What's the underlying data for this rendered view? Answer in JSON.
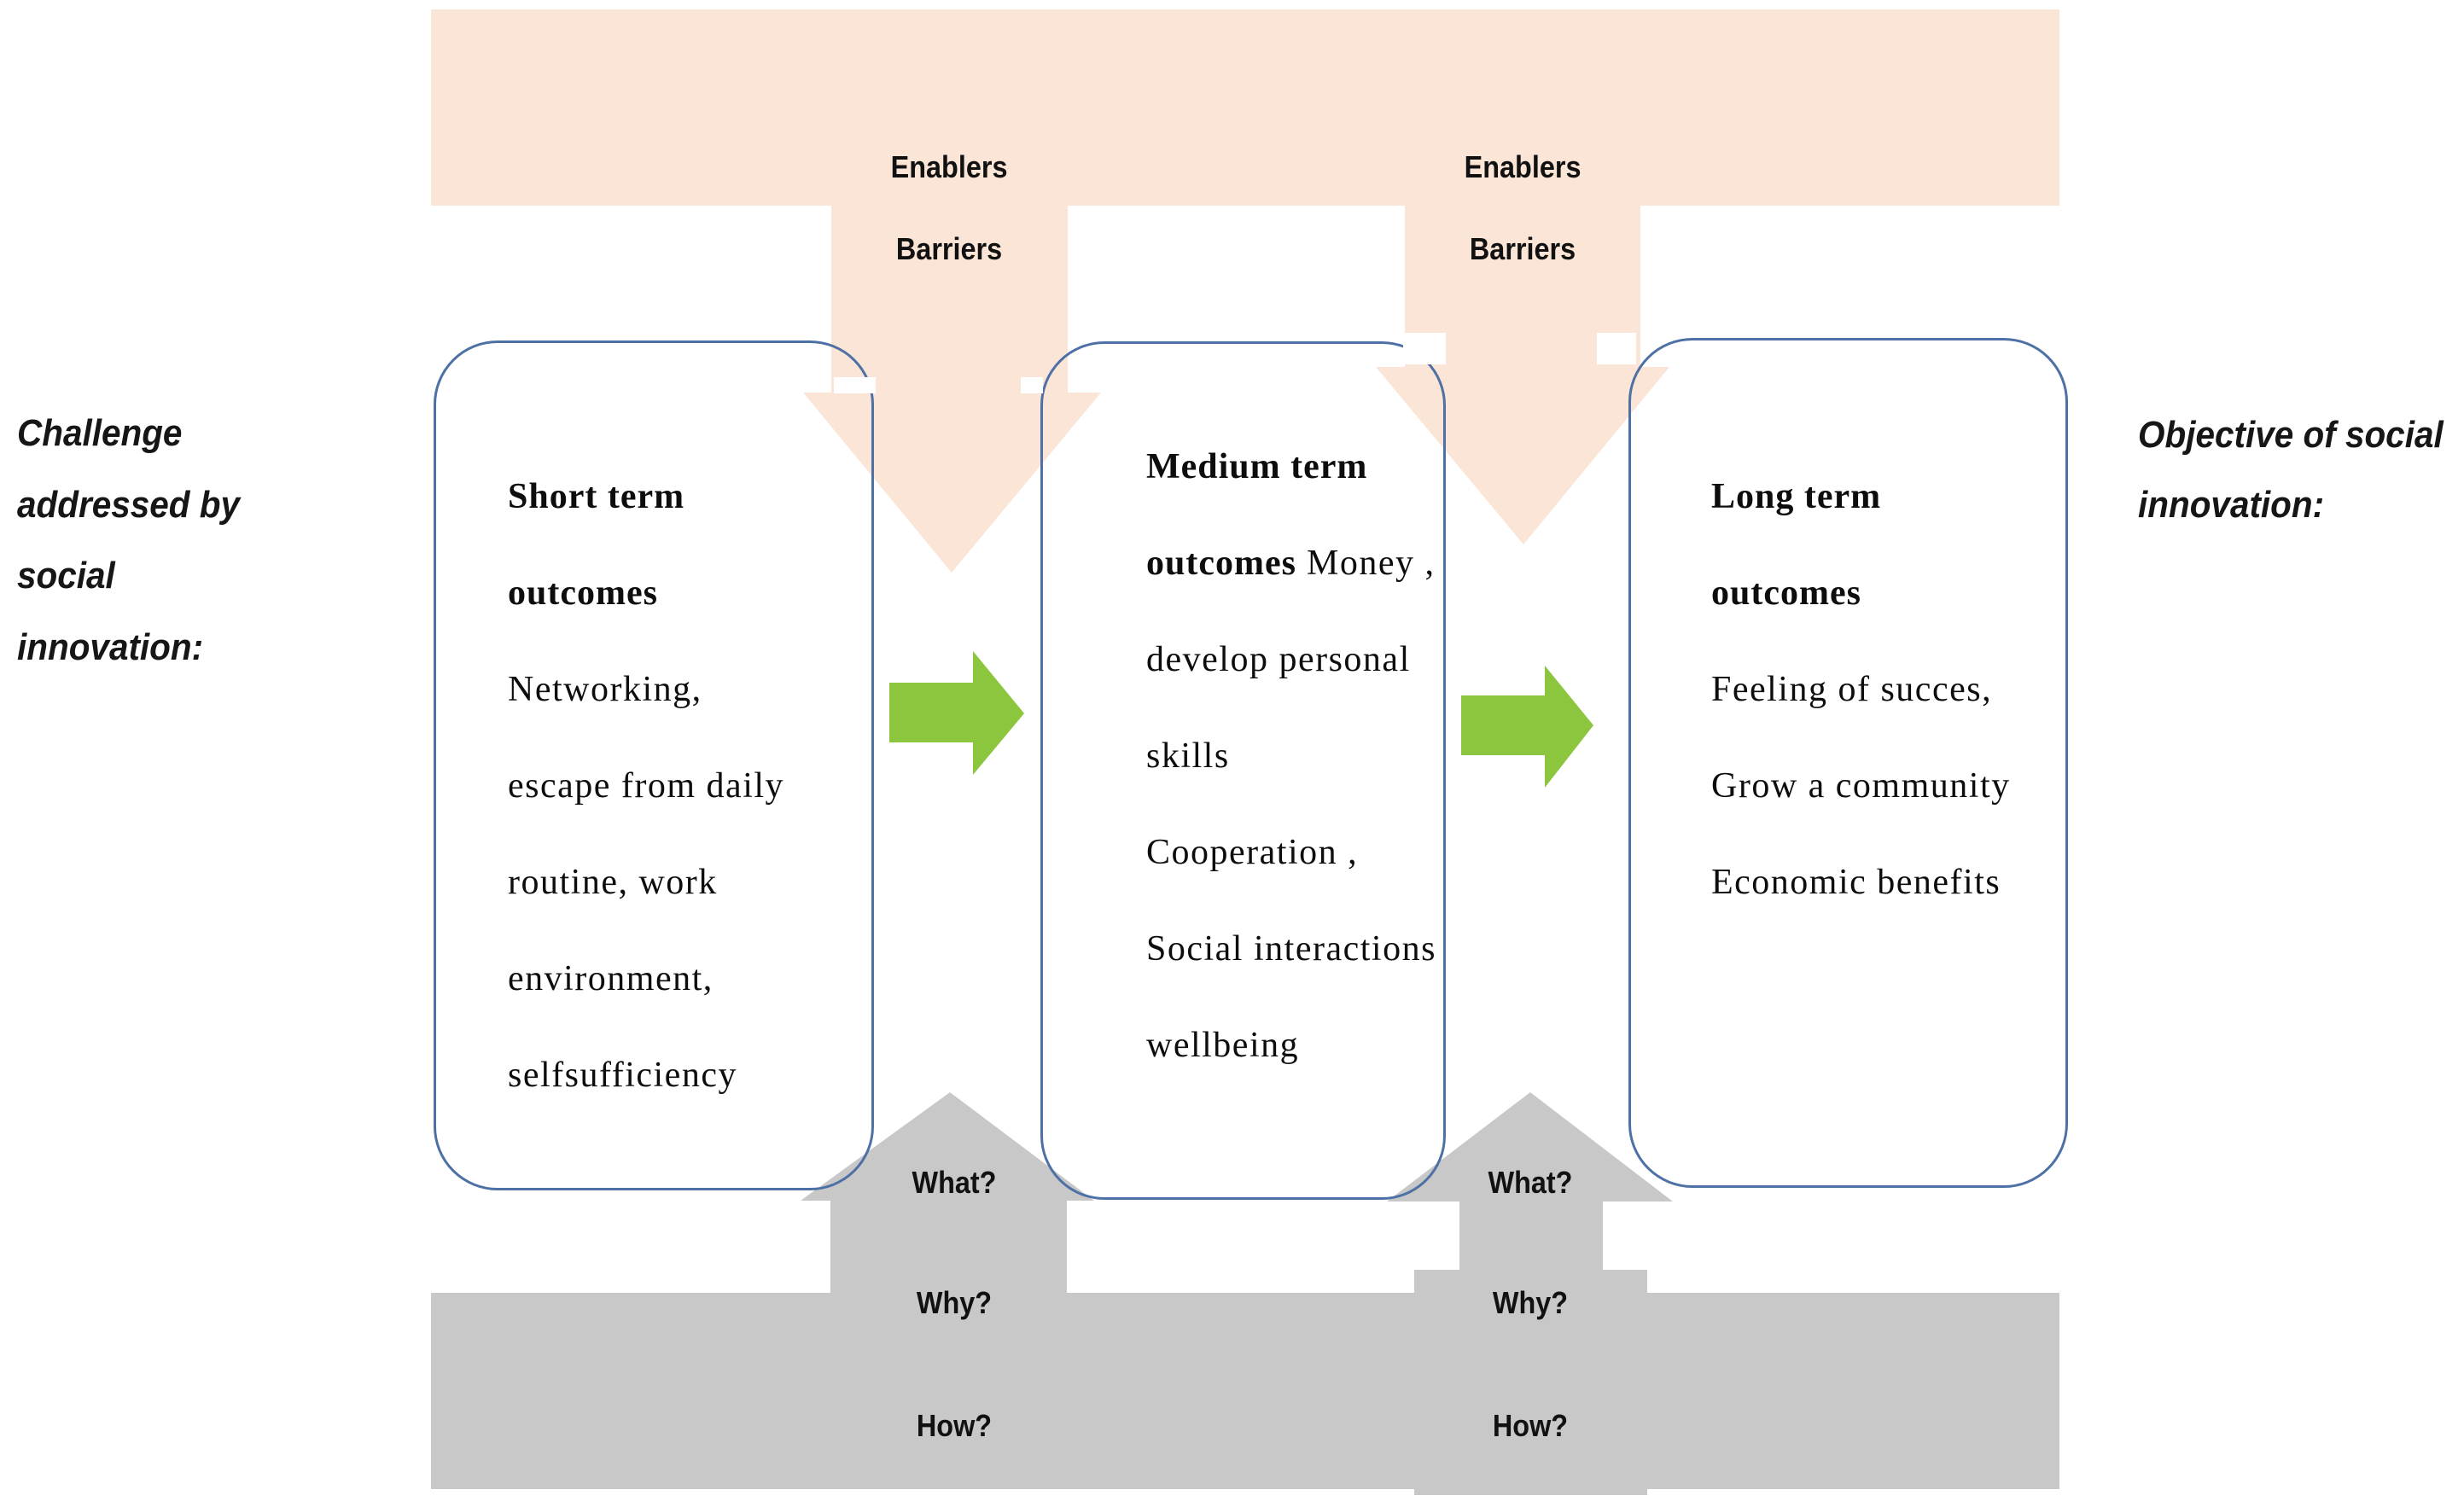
{
  "side_labels": {
    "left": {
      "lines": [
        "Challenge",
        "addressed by",
        "social",
        "innovation:"
      ]
    },
    "right": {
      "lines": [
        "Objective of social",
        "innovation:"
      ]
    }
  },
  "enabler_arrows": [
    {
      "line1": "Enablers",
      "line2": "Barriers"
    },
    {
      "line1": "Enablers",
      "line2": "Barriers"
    }
  ],
  "question_arrows": [
    {
      "what": "What?",
      "why": "Why?",
      "how": "How?"
    },
    {
      "what": "What?",
      "why": "Why?",
      "how": "How?"
    }
  ],
  "boxes": [
    {
      "name": "short-term-outcomes",
      "lines": [
        {
          "b": "Short term"
        },
        {
          "b": "outcomes"
        },
        {
          "r": "Networking,"
        },
        {
          "r": "escape from daily"
        },
        {
          "r": "routine, work"
        },
        {
          "r": "environment,"
        },
        {
          "r": "selfsufficiency"
        }
      ]
    },
    {
      "name": "medium-term-outcomes",
      "lines": [
        {
          "b": "Medium term"
        },
        {
          "b": "outcomes",
          "r": " Money ,"
        },
        {
          "r": "develop personal"
        },
        {
          "r": "skills"
        },
        {
          "r": "Cooperation ,"
        },
        {
          "r": "Social interactions"
        },
        {
          "r": "wellbeing"
        }
      ]
    },
    {
      "name": "long-term-outcomes",
      "lines": [
        {
          "b": "Long term"
        },
        {
          "b": "outcomes"
        },
        {
          "r": "Feeling of succes,"
        },
        {
          "r": "Grow a community"
        },
        {
          "r": "Economic benefits"
        }
      ]
    }
  ],
  "colors": {
    "peach": "#fbe5d6",
    "blue_border": "#4e71a5",
    "gray": "#c8c8c8",
    "green": "#8cc63f"
  }
}
